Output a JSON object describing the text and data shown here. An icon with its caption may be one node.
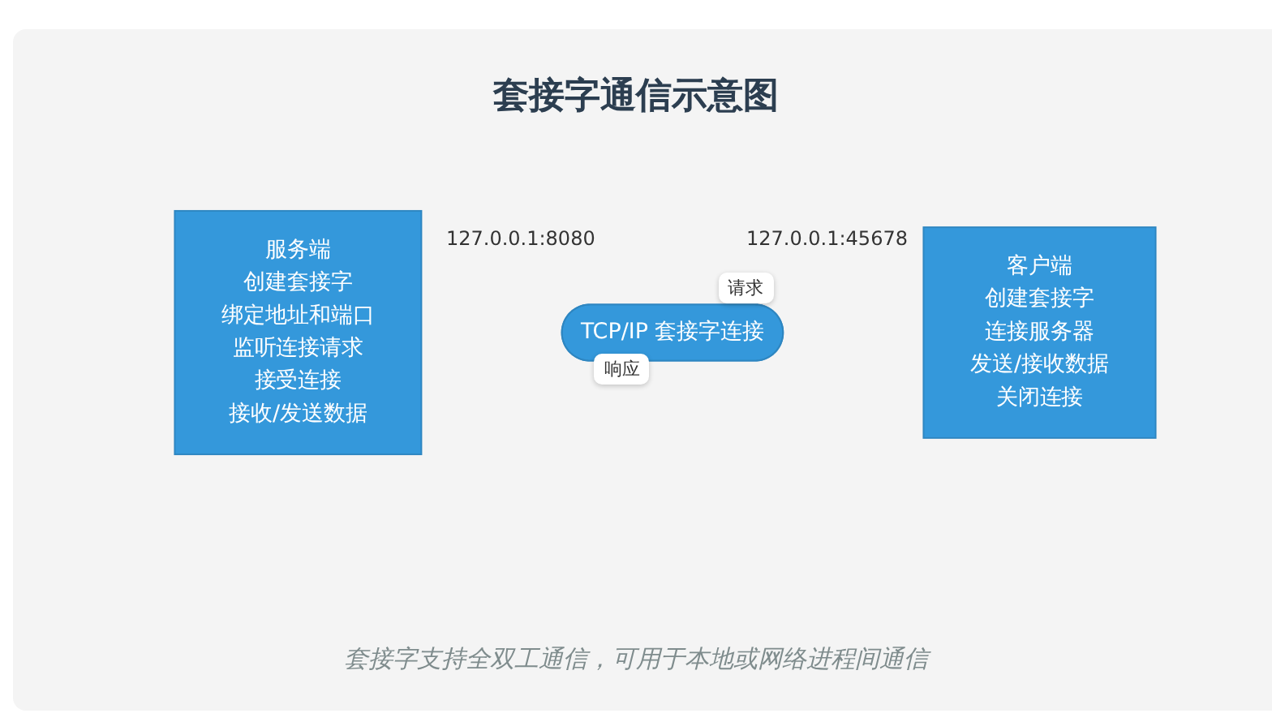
{
  "diagram": {
    "title": "套接字通信示意图",
    "caption": "套接字支持全双工通信，可用于本地或网络进程间通信",
    "nodes": [
      {
        "text": [
          "服务端",
          "创建套接字",
          "绑定地址和端口",
          "监听连接请求",
          "接受连接",
          "接收/发送数据"
        ]
      },
      {
        "text": [
          "TCP/IP 套接字连接"
        ],
        "beside": [
          "请求",
          "响应"
        ]
      },
      {
        "text": [
          "客户端",
          "创建套接字",
          "连接服务器",
          "发送/接收数据",
          "关闭连接"
        ]
      }
    ],
    "edges": [],
    "labels": [
      "127.0.0.1:8080",
      "127.0.0.1:45678"
    ]
  }
}
